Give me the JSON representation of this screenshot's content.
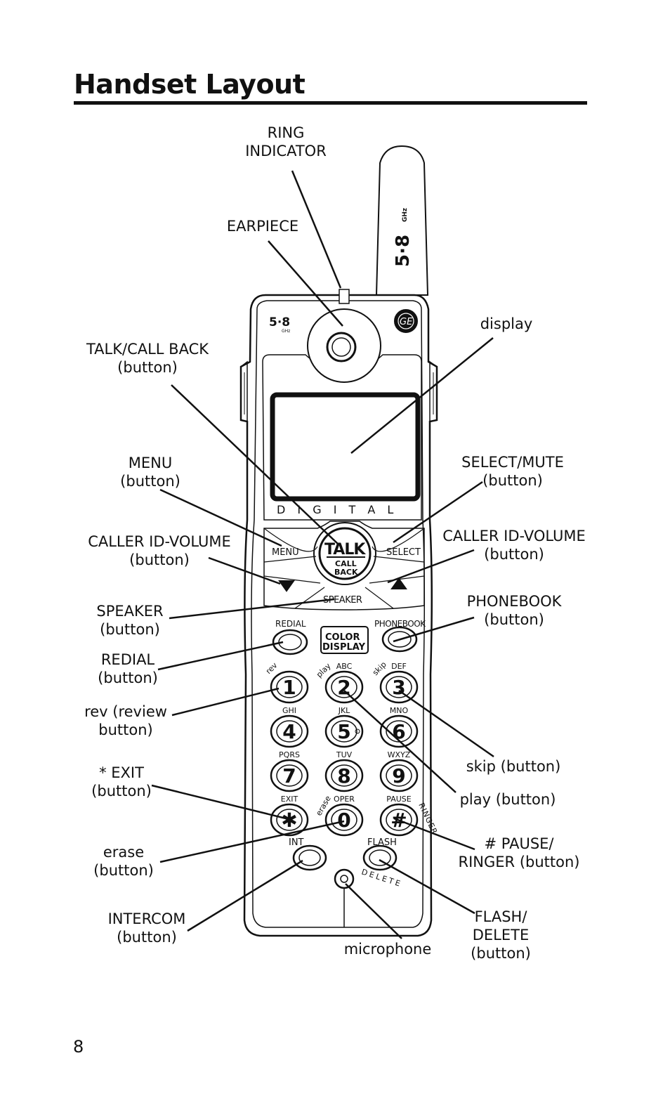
{
  "page": {
    "title": "Handset Layout",
    "page_number": "8"
  },
  "labels": {
    "ring_indicator": [
      "RING",
      "INDICATOR"
    ],
    "earpiece": [
      "EARPIECE"
    ],
    "display": [
      "display"
    ],
    "talk_call_back": [
      "TALK/CALL BACK",
      "(button)"
    ],
    "menu": [
      "MENU",
      "(button)"
    ],
    "select_mute": [
      "SELECT/MUTE",
      "(button)"
    ],
    "caller_id_volume_left": [
      "CALLER ID-VOLUME",
      "(button)"
    ],
    "caller_id_volume_right": [
      "CALLER ID-VOLUME",
      "(button)"
    ],
    "speaker": [
      "SPEAKER",
      "(button)"
    ],
    "phonebook": [
      "PHONEBOOK",
      "(button)"
    ],
    "redial": [
      "REDIAL",
      "(button)"
    ],
    "rev": [
      "rev (review",
      "button)"
    ],
    "skip": [
      "skip (button)"
    ],
    "play": [
      "play (button)"
    ],
    "exit": [
      "* EXIT",
      "(button)"
    ],
    "pause_ringer": [
      "# PAUSE/",
      "RINGER (button)"
    ],
    "erase": [
      "erase",
      "(button)"
    ],
    "intercom": [
      "INTERCOM",
      "(button)"
    ],
    "flash_delete": [
      "FLASH/",
      "DELETE",
      "(button)"
    ],
    "microphone": [
      "microphone"
    ]
  },
  "handset": {
    "brand_badge": "5·8",
    "brand_badge_sub": "GHz",
    "antenna_badge": "5·8",
    "antenna_badge_sub": "GHz",
    "logo": "GE",
    "digital_text": "D I G I T A L",
    "menu": "MENU",
    "select": "SELECT",
    "talk": "TALK",
    "call_back_1": "CALL",
    "call_back_2": "BACK",
    "speaker": "SPEAKER",
    "redial": "REDIAL",
    "phonebook": "PHONEBOOK",
    "color_display_1": "COLOR",
    "color_display_2": "DISPLAY",
    "int": "INT",
    "flash": "FLASH",
    "delete": "DELETE",
    "ringer": "RINGER",
    "rev": "rev",
    "play": "play",
    "skip": "skip",
    "erase": "erase",
    "keys": [
      {
        "digit": "1",
        "letters": ""
      },
      {
        "digit": "2",
        "letters": "ABC"
      },
      {
        "digit": "3",
        "letters": "DEF"
      },
      {
        "digit": "4",
        "letters": "GHI"
      },
      {
        "digit": "5",
        "letters": "JKL"
      },
      {
        "digit": "6",
        "letters": "MNO"
      },
      {
        "digit": "7",
        "letters": "PQRS"
      },
      {
        "digit": "8",
        "letters": "TUV"
      },
      {
        "digit": "9",
        "letters": "WXYZ"
      },
      {
        "digit": "✱",
        "letters": "EXIT"
      },
      {
        "digit": "0",
        "letters": "OPER"
      },
      {
        "digit": "#",
        "letters": "PAUSE"
      }
    ]
  }
}
